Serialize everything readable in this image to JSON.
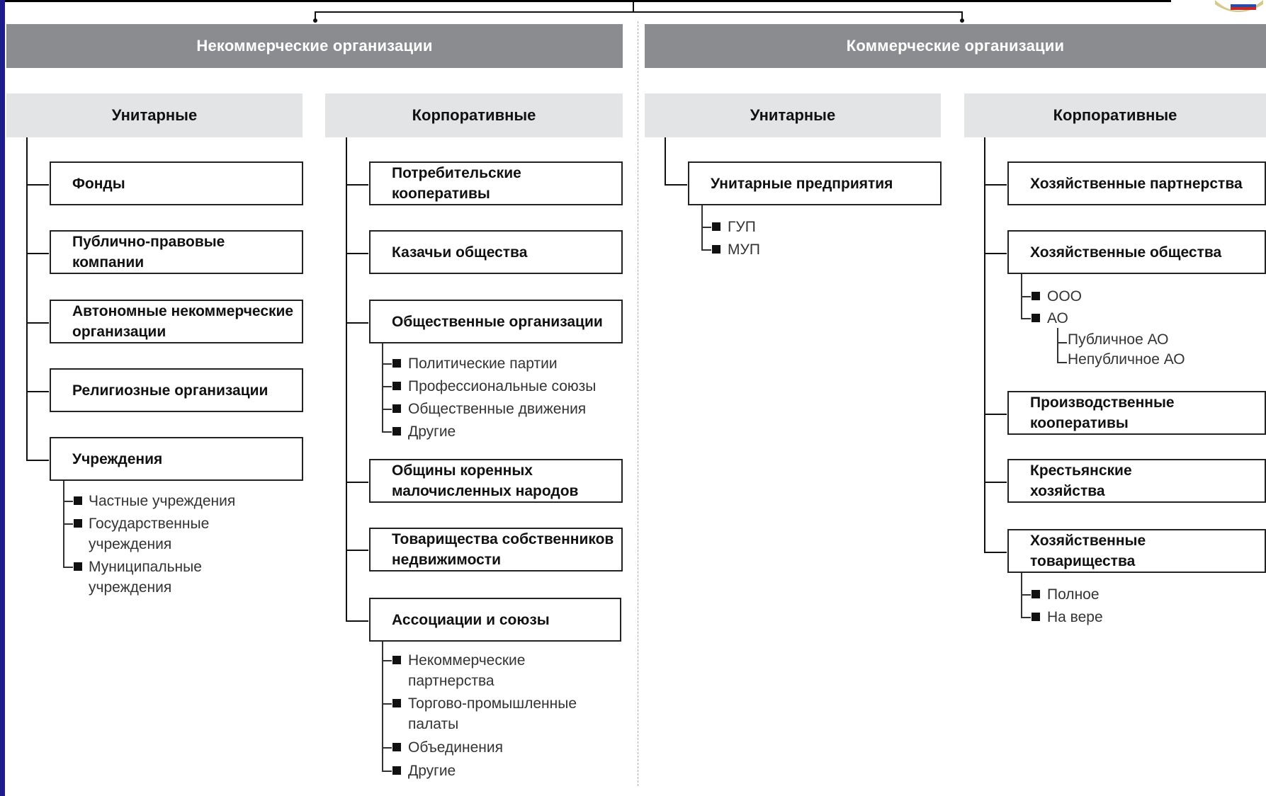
{
  "noncommercial": {
    "title": "Некоммерческие организации",
    "unitary": {
      "header": "Унитарные",
      "items": [
        "Фонды",
        "Публично-правовые\nкомпании",
        "Автономные некоммерческие\nорганизации",
        "Религиозные организации",
        "Учреждения"
      ],
      "institutions": [
        "Частные учреждения",
        "Государственные\nучреждения",
        "Муниципальные\nучреждения"
      ]
    },
    "corporate": {
      "header": "Корпоративные",
      "items": [
        "Потребительские\nкооперативы",
        "Казачьи общества",
        "Общественные организации",
        "Общины коренных\nмалочисленных народов",
        "Товарищества собственников\nнедвижимости",
        "Ассоциации и союзы"
      ],
      "public_orgs": [
        "Политические партии",
        "Профессиональные союзы",
        "Общественные движения",
        "Другие"
      ],
      "associations": [
        "Некоммерческие\nпартнерства",
        "Торгово-промышленные\nпалаты",
        "Объединения",
        "Другие"
      ]
    }
  },
  "commercial": {
    "title": "Коммерческие организации",
    "unitary": {
      "header": "Унитарные",
      "items": [
        "Унитарные предприятия"
      ],
      "enterprises": [
        "ГУП",
        "МУП"
      ]
    },
    "corporate": {
      "header": "Корпоративные",
      "items": [
        "Хозяйственные партнерства",
        "Хозяйственные общества",
        "Производственные\nкооперативы",
        "Крестьянские\nхозяйства",
        "Хозяйственные\nтоварищества"
      ],
      "societies": [
        "ООО",
        "АО"
      ],
      "ao_types": [
        "Публичное АО",
        "Непубличное АО"
      ],
      "partnerships": [
        "Полное",
        "На вере"
      ]
    }
  }
}
